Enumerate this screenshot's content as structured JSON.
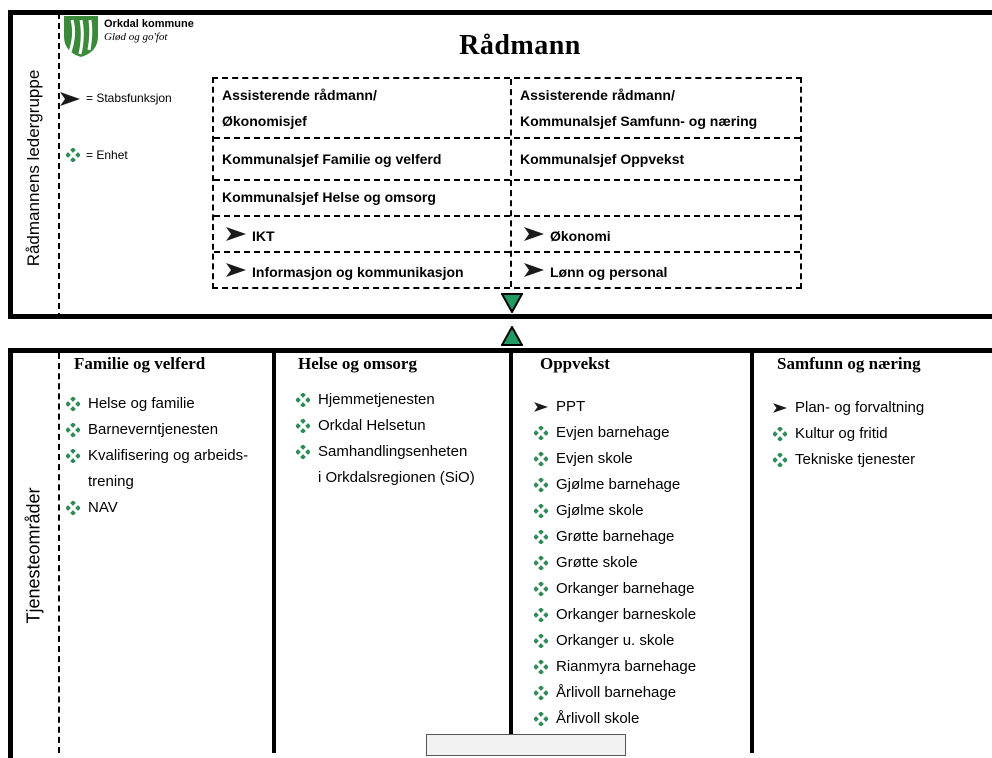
{
  "logo": {
    "name": "Orkdal kommune",
    "slogan": "Glød og go'fot"
  },
  "title": "Rådmann",
  "side_labels": {
    "top": "Rådmannens ledergruppe",
    "bottom": "Tjenesteområder"
  },
  "legend": {
    "staff": "= Stabsfunksjon",
    "unit": "= Enhet"
  },
  "leadership": {
    "r1c1a": "Assisterende rådmann/",
    "r1c1b": "Økonomisjef",
    "r1c2a": "Assisterende rådmann/",
    "r1c2b": "Kommunalsjef Samfunn- og næring",
    "r2c1": "Kommunalsjef Familie og velferd",
    "r2c2": "Kommunalsjef Oppvekst",
    "r3c1": "Kommunalsjef Helse og omsorg",
    "r4c1": "IKT",
    "r4c2": "Økonomi",
    "r5c1": "Informasjon og kommunikasjon",
    "r5c2": "Lønn og personal"
  },
  "columns": [
    {
      "title": "Familie og velferd",
      "items": [
        "Helse og familie",
        "Barneverntjenesten",
        "Kvalifisering og arbeids-",
        "NAV"
      ],
      "extra": "trening"
    },
    {
      "title": "Helse og omsorg",
      "items": [
        "Hjemmetjenesten",
        "Orkdal Helsetun",
        "Samhandlingsenheten"
      ],
      "extra": "i Orkdalsregionen (SiO)"
    },
    {
      "title": "Oppvekst",
      "staff": "PPT",
      "items": [
        "Evjen barnehage",
        "Evjen skole",
        "Gjølme barnehage",
        "Gjølme skole",
        "Grøtte barnehage",
        "Grøtte skole",
        "Orkanger barnehage",
        "Orkanger barneskole",
        "Orkanger u. skole",
        "Rianmyra barnehage",
        "Årlivoll barnehage",
        "Årlivoll skole"
      ]
    },
    {
      "title": "Samfunn og næring",
      "staff": "Plan- og forvaltning",
      "items": [
        "Kultur og fritid",
        "Tekniske tjenester"
      ]
    }
  ],
  "colors": {
    "arrow": "#1a1a1a",
    "diamond": "#2e8b57",
    "triangle": "#1f9b63",
    "logo_green": "#3a8a3a"
  }
}
